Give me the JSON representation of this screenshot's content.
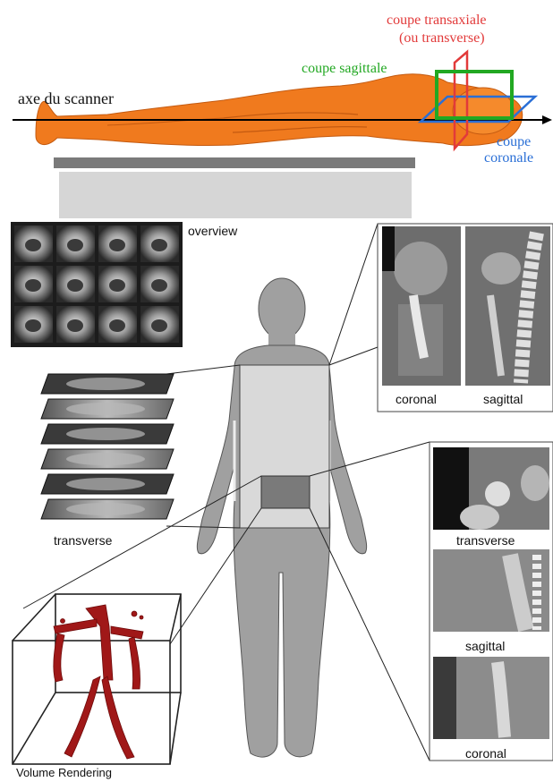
{
  "top": {
    "axis_label": "axe du scanner",
    "sagittal_label": "coupe sagittale",
    "transaxial_label_1": "coupe transaxiale",
    "transaxial_label_2": "(ou transverse)",
    "coronal_label_1": "coupe",
    "coronal_label_2": "coronale",
    "colors": {
      "transaxial": "#e23a3a",
      "sagittal": "#22a822",
      "coronal": "#2a6fd6",
      "body": "#f07a1e"
    }
  },
  "bottom": {
    "overview_label": "overview",
    "transverse_label": "transverse",
    "volume_label": "Volume Rendering",
    "upper_panel": {
      "coronal_label": "coronal",
      "sagittal_label": "sagittal"
    },
    "right_panel": {
      "transverse_label": "transverse",
      "sagittal_label": "sagittal",
      "coronal_label": "coronal"
    }
  }
}
